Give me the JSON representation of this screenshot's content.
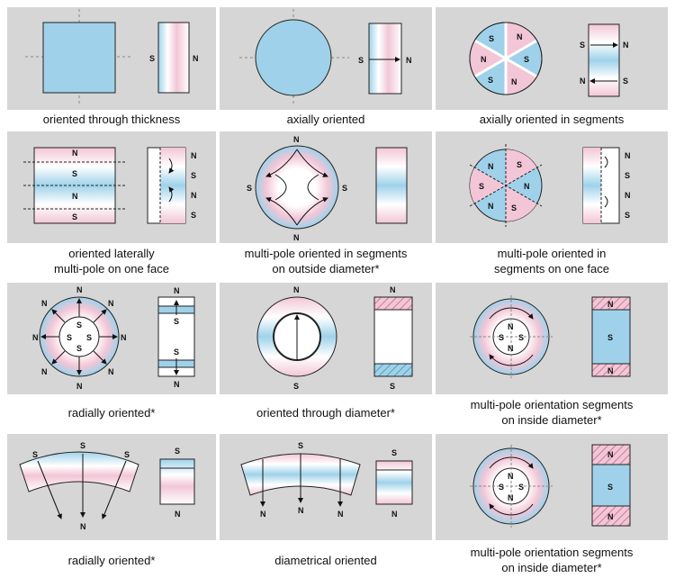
{
  "colors": {
    "blue": "#9fd2ea",
    "pink": "#f2c6d6",
    "white": "#ffffff",
    "panel": "#d6d6d6",
    "line": "#222222",
    "dash": "#888888"
  },
  "poles": {
    "n": "N",
    "s": "S"
  },
  "cells": [
    {
      "id": "thickness",
      "caption": [
        "oriented through thickness"
      ]
    },
    {
      "id": "axial",
      "caption": [
        "axially oriented"
      ]
    },
    {
      "id": "axial-seg",
      "caption": [
        "axially oriented in segments"
      ]
    },
    {
      "id": "lateral",
      "caption": [
        "oriented laterally",
        "multi-pole on one face"
      ]
    },
    {
      "id": "outside-dia",
      "caption": [
        "multi-pole oriented in segments",
        "on outside diameter*"
      ]
    },
    {
      "id": "one-face",
      "caption": [
        "multi-pole oriented in",
        "segments on one face"
      ]
    },
    {
      "id": "radial-ring",
      "caption": [
        "radially oriented*"
      ]
    },
    {
      "id": "through-dia",
      "caption": [
        "oriented through diameter*"
      ]
    },
    {
      "id": "inside-dia-1",
      "caption": [
        "multi-pole orientation segments",
        "on inside diameter*"
      ]
    },
    {
      "id": "radial-arc",
      "caption": [
        "radially oriented*"
      ]
    },
    {
      "id": "diametrical",
      "caption": [
        "diametrical oriented"
      ]
    },
    {
      "id": "inside-dia-2",
      "caption": [
        "multi-pole orientation segments",
        "on inside diameter*"
      ]
    }
  ]
}
